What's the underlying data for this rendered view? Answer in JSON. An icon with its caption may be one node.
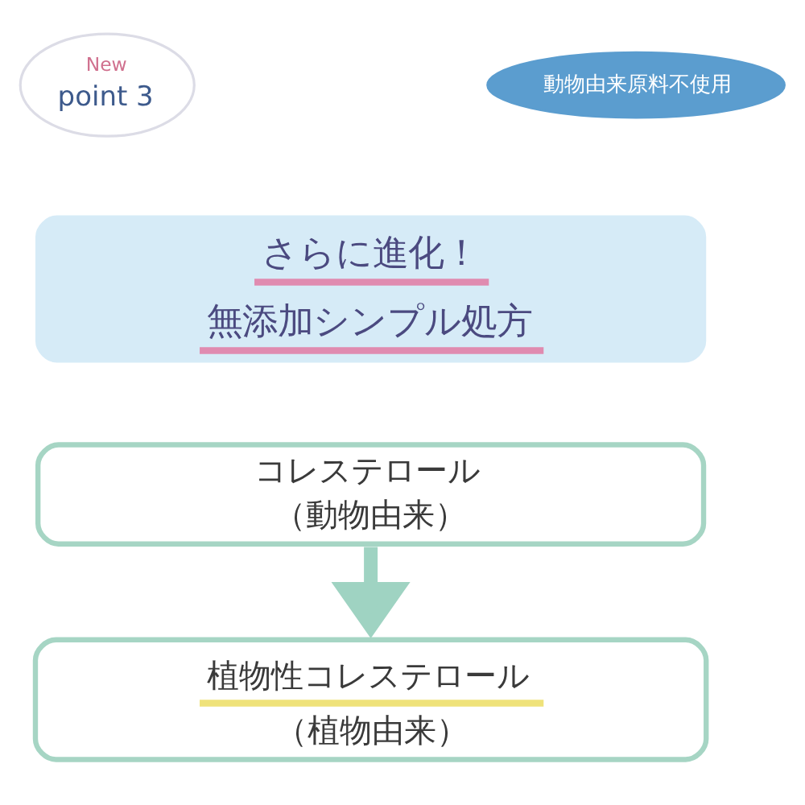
{
  "diagram": {
    "nodes": [
      {
        "text": [
          "New",
          "point 3"
        ]
      },
      {
        "text": [
          "動物由来原料不使用"
        ]
      },
      {
        "text": [
          "さらに進化！",
          "無添加シンプル処方"
        ]
      },
      {
        "text": [
          "コレステロール",
          "（動物由来）"
        ]
      },
      {
        "text": [
          "植物性コレステロール",
          "（植物由来）"
        ]
      }
    ],
    "edges": [
      {
        "from": 3,
        "to": 4,
        "arrow": "to",
        "color": "#9fd3c2"
      }
    ]
  }
}
